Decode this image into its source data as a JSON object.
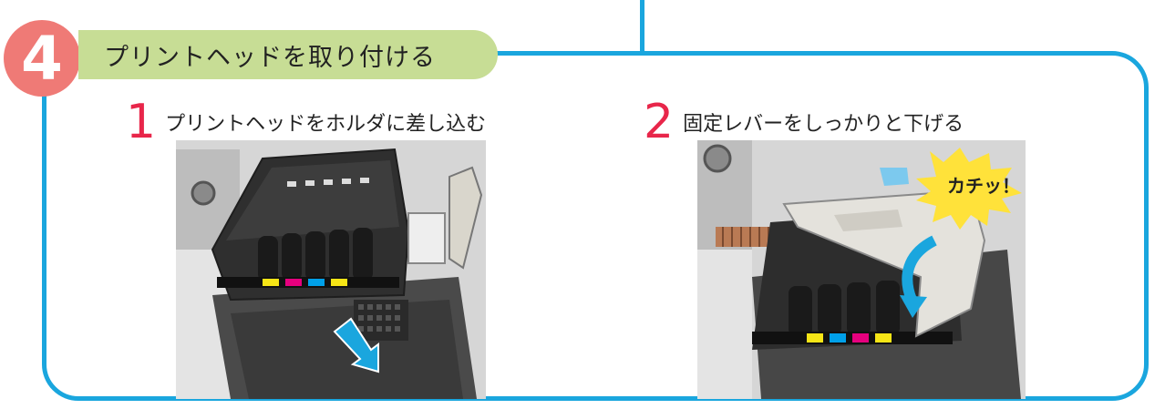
{
  "header": {
    "step_number": "4",
    "title": "プリントヘッドを取り付ける"
  },
  "steps": [
    {
      "number": "1",
      "text": "プリントヘッドをホルダに差し込む"
    },
    {
      "number": "2",
      "text": "固定レバーをしっかりと下げる"
    }
  ],
  "callout": {
    "text": "カチッ！"
  },
  "colors": {
    "frame": "#1aa6de",
    "step_circle": "#ef7a76",
    "title_pill": "#c7dd95",
    "step_numeral": "#e8264a",
    "arrow": "#1aa6de",
    "burst": "#ffe23a"
  }
}
